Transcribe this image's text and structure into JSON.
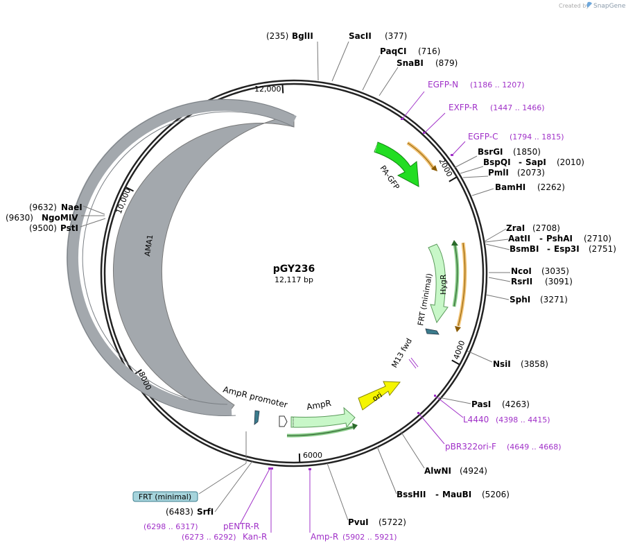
{
  "watermark": {
    "created_by": "Created by",
    "brand": "SnapGene"
  },
  "plasmid": {
    "name": "pGY236",
    "size": "12,117 bp"
  },
  "ticks": {
    "t12000": "12,000",
    "t2000": "2000",
    "t4000": "4000",
    "t6000": "6000",
    "t8000": "8000",
    "t10000": "10,000"
  },
  "features": {
    "pa_gfp": "PA-GFP",
    "hygr": "HygR",
    "frt_right": "FRT (minimal)",
    "m13": "M13 fwd",
    "ori": "ori",
    "ampr": "AmpR",
    "ampr_promoter": "AmpR promoter",
    "ama1": "AMA1",
    "frt_box": "FRT (minimal)"
  },
  "sites": [
    {
      "name": "BglII",
      "pos": "(235)"
    },
    {
      "name": "SacII",
      "pos": "(377)"
    },
    {
      "name": "PaqCI",
      "pos": "(716)"
    },
    {
      "name": "SnaBI",
      "pos": "(879)"
    },
    {
      "name": "BsrGI",
      "pos": "(1850)"
    },
    {
      "name": "BspQI",
      "sep": "-",
      "name2": "SapI",
      "pos": "(2010)"
    },
    {
      "name": "PmlI",
      "pos": "(2073)"
    },
    {
      "name": "BamHI",
      "pos": "(2262)"
    },
    {
      "name": "ZraI",
      "pos": "(2708)"
    },
    {
      "name": "AatII",
      "sep": "-",
      "name2": "PshAI",
      "pos": "(2710)"
    },
    {
      "name": "BsmBI",
      "sep": "-",
      "name2": "Esp3I",
      "pos": "(2751)"
    },
    {
      "name": "NcoI",
      "pos": "(3035)"
    },
    {
      "name": "RsrII",
      "pos": "(3091)"
    },
    {
      "name": "SphI",
      "pos": "(3271)"
    },
    {
      "name": "NsiI",
      "pos": "(3858)"
    },
    {
      "name": "PasI",
      "pos": "(4263)"
    },
    {
      "name": "AlwNI",
      "pos": "(4924)"
    },
    {
      "name": "BssHII",
      "sep": "-",
      "name2": "MauBI",
      "pos": "(5206)"
    },
    {
      "name": "PvuI",
      "pos": "(5722)"
    },
    {
      "name": "SrfI",
      "pos": "(6483)"
    },
    {
      "name": "PstI",
      "pos": "(9500)"
    },
    {
      "name": "NgoMIV",
      "pos": "(9630)"
    },
    {
      "name": "NaeI",
      "pos": "(9632)"
    }
  ],
  "primers": [
    {
      "name": "EGFP-N",
      "pos": "(1186 .. 1207)"
    },
    {
      "name": "EXFP-R",
      "pos": "(1447 .. 1466)"
    },
    {
      "name": "EGFP-C",
      "pos": "(1794 .. 1815)"
    },
    {
      "name": "L4440",
      "pos": "(4398 .. 4415)"
    },
    {
      "name": "pBR322ori-F",
      "pos": "(4649 .. 4668)"
    },
    {
      "name": "Amp-R",
      "pos": "(5902 .. 5921)"
    },
    {
      "name": "Kan-R",
      "pos": "(6273 .. 6292)"
    },
    {
      "name": "pENTR-R",
      "pos": "(6298 .. 6317)"
    }
  ],
  "colors": {
    "backbone": "#222222",
    "pa_gfp": "#22dd22",
    "hygr": "#c8f7c8",
    "ampr": "#c8f7c8",
    "ori": "#f5f500",
    "ama1": "#a3a8ad",
    "frt": "#3b7b8c",
    "primer": "#a030c8",
    "orf": "#f0c070"
  }
}
